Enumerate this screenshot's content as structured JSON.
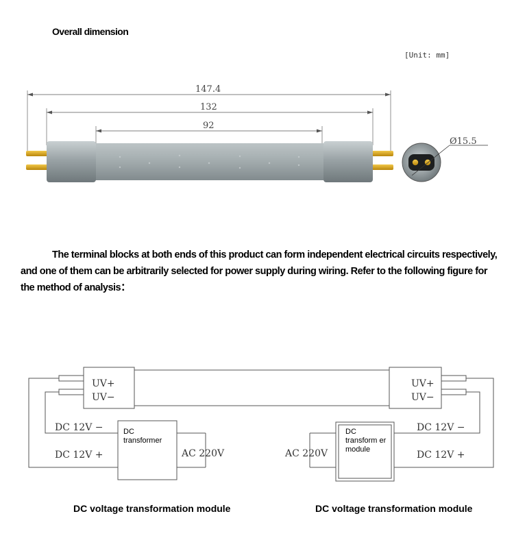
{
  "heading": "Overall dimension",
  "unit_note": "[Unit: mm]",
  "dimensions": {
    "overall": "147.4",
    "pins": "132",
    "body": "92",
    "diameter": "Ø15.5"
  },
  "description": "The terminal blocks at both ends of this product can form independent electrical circuits respectively, and one of them can be arbitrarily selected for power supply during wiring. Refer to the following figure for the method of analysis：",
  "wiring": {
    "uv_plus": "UV+",
    "uv_minus": "UV−",
    "dc_minus": "DC 12V −",
    "dc_plus": "DC 12V +",
    "ac": "AC 220V",
    "left_box": "DC transformer",
    "right_box": "DC transform er module"
  },
  "captions": {
    "left": "DC voltage transformation module",
    "right": "DC voltage transformation module"
  },
  "colors": {
    "pin": "#d4a21c",
    "tube": "#a9b2b4",
    "line": "#555555"
  }
}
